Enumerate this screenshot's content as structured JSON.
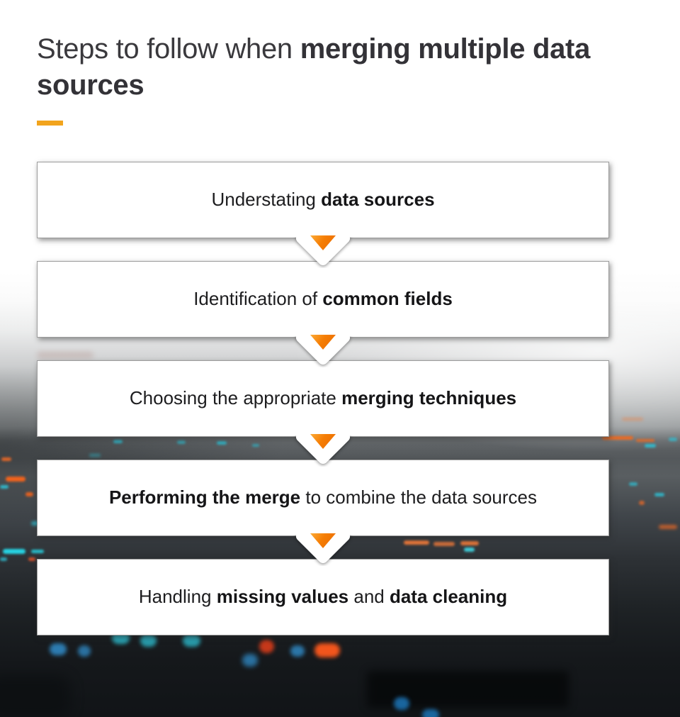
{
  "header": {
    "title_segments": [
      {
        "text": "Steps to follow when ",
        "bold": false
      },
      {
        "text": "merging multiple data sources",
        "bold": true
      }
    ]
  },
  "steps": [
    {
      "segments": [
        {
          "text": "Understating ",
          "bold": false
        },
        {
          "text": "data sources",
          "bold": true
        }
      ]
    },
    {
      "segments": [
        {
          "text": "Identification of ",
          "bold": false
        },
        {
          "text": "common fields",
          "bold": true
        }
      ]
    },
    {
      "segments": [
        {
          "text": "Choosing the appropriate ",
          "bold": false
        },
        {
          "text": "merging techniques",
          "bold": true
        }
      ]
    },
    {
      "segments": [
        {
          "text": "Performing the merge",
          "bold": true
        },
        {
          "text": " to combine the data sources",
          "bold": false
        }
      ]
    },
    {
      "segments": [
        {
          "text": "Handling ",
          "bold": false
        },
        {
          "text": "missing values",
          "bold": true
        },
        {
          "text": " and ",
          "bold": false
        },
        {
          "text": "data cleaning",
          "bold": true
        }
      ]
    }
  ],
  "colors": {
    "title_text": "#333237",
    "accent_dash_orange": "#F2A41D",
    "arrow_orange": "#F07800",
    "step_text": "#1D1D1F",
    "box_border": "#9C9C9C",
    "background_bokeh_teal": "#2AA8B8",
    "background_bokeh_blue": "#2F86C0",
    "background_bokeh_orange": "#F2551C"
  }
}
